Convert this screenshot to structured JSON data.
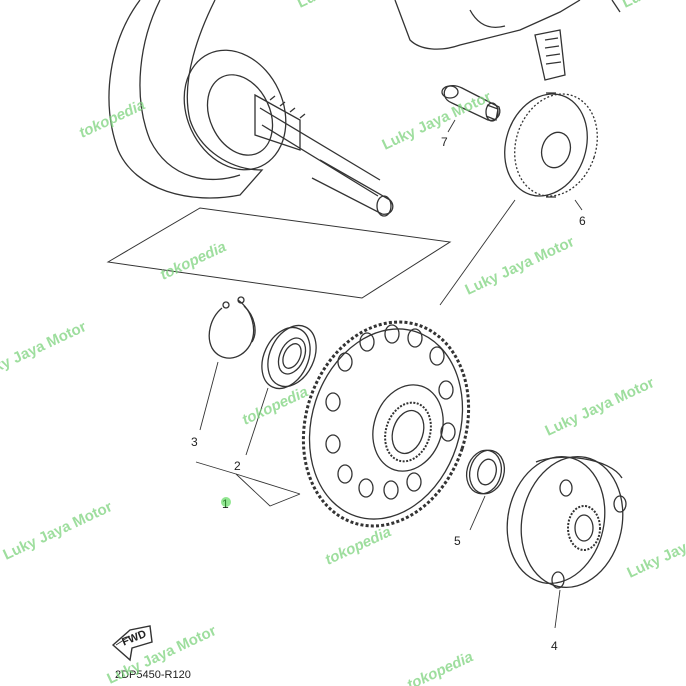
{
  "diagram": {
    "part_labels": [
      "1",
      "2",
      "3",
      "4",
      "5",
      "6",
      "7"
    ],
    "fwd_label": "FWD",
    "catalog_code": "2DP5450-R120"
  },
  "watermarks": {
    "shop": "Luky Jaya Motor",
    "marketplace": "tokopedia"
  },
  "colors": {
    "line": "#333333",
    "watermark": "#7ed37e",
    "marker": "#39d139"
  }
}
